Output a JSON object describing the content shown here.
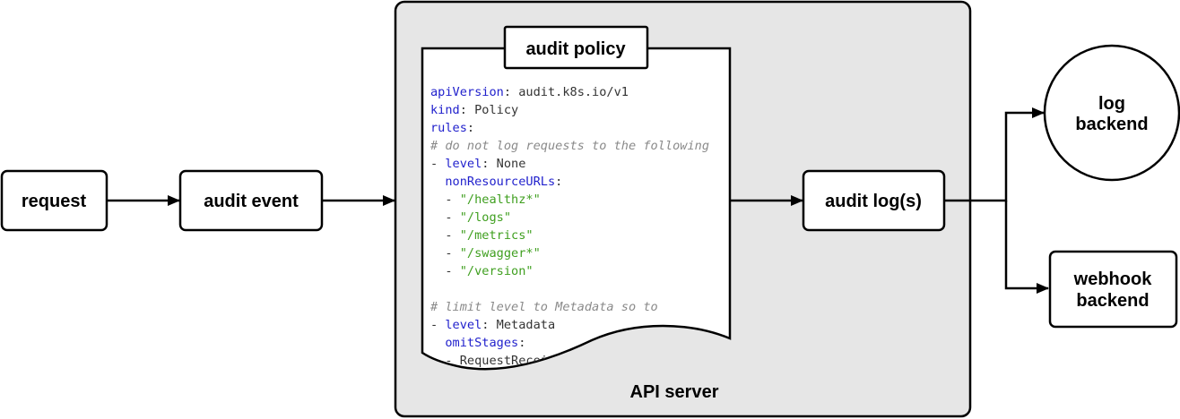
{
  "nodes": {
    "request": "request",
    "audit_event": "audit event",
    "audit_policy": "audit policy",
    "audit_logs": "audit log(s)",
    "log_backend": [
      "log",
      "backend"
    ],
    "webhook_backend": [
      "webhook",
      "backend"
    ],
    "api_server": "API server"
  },
  "policy_code": [
    [
      {
        "t": "apiVersion",
        "c": "k"
      },
      {
        "t": ": ",
        "c": "p"
      },
      {
        "t": "audit.k8s.io/v1",
        "c": "v"
      }
    ],
    [
      {
        "t": "kind",
        "c": "k"
      },
      {
        "t": ": ",
        "c": "p"
      },
      {
        "t": "Policy",
        "c": "v"
      }
    ],
    [
      {
        "t": "rules",
        "c": "k"
      },
      {
        "t": ":",
        "c": "p"
      }
    ],
    [
      {
        "t": "# do not log requests to the following",
        "c": "c"
      }
    ],
    [
      {
        "t": "- ",
        "c": "p"
      },
      {
        "t": "level",
        "c": "k"
      },
      {
        "t": ": ",
        "c": "p"
      },
      {
        "t": "None",
        "c": "v"
      }
    ],
    [
      {
        "t": "  ",
        "c": "p"
      },
      {
        "t": "nonResourceURLs",
        "c": "k"
      },
      {
        "t": ":",
        "c": "p"
      }
    ],
    [
      {
        "t": "  - ",
        "c": "p"
      },
      {
        "t": "\"/healthz*\"",
        "c": "s"
      }
    ],
    [
      {
        "t": "  - ",
        "c": "p"
      },
      {
        "t": "\"/logs\"",
        "c": "s"
      }
    ],
    [
      {
        "t": "  - ",
        "c": "p"
      },
      {
        "t": "\"/metrics\"",
        "c": "s"
      }
    ],
    [
      {
        "t": "  - ",
        "c": "p"
      },
      {
        "t": "\"/swagger*\"",
        "c": "s"
      }
    ],
    [
      {
        "t": "  - ",
        "c": "p"
      },
      {
        "t": "\"/version\"",
        "c": "s"
      }
    ],
    [],
    [
      {
        "t": "# limit level to Metadata so to",
        "c": "c"
      }
    ],
    [
      {
        "t": "- ",
        "c": "p"
      },
      {
        "t": "level",
        "c": "k"
      },
      {
        "t": ": ",
        "c": "p"
      },
      {
        "t": "Metadata",
        "c": "v"
      }
    ],
    [
      {
        "t": "  ",
        "c": "p"
      },
      {
        "t": "omitStages",
        "c": "k"
      },
      {
        "t": ":",
        "c": "p"
      }
    ],
    [
      {
        "t": "  - ",
        "c": "p"
      },
      {
        "t": "RequestReceived",
        "c": "v"
      }
    ]
  ]
}
